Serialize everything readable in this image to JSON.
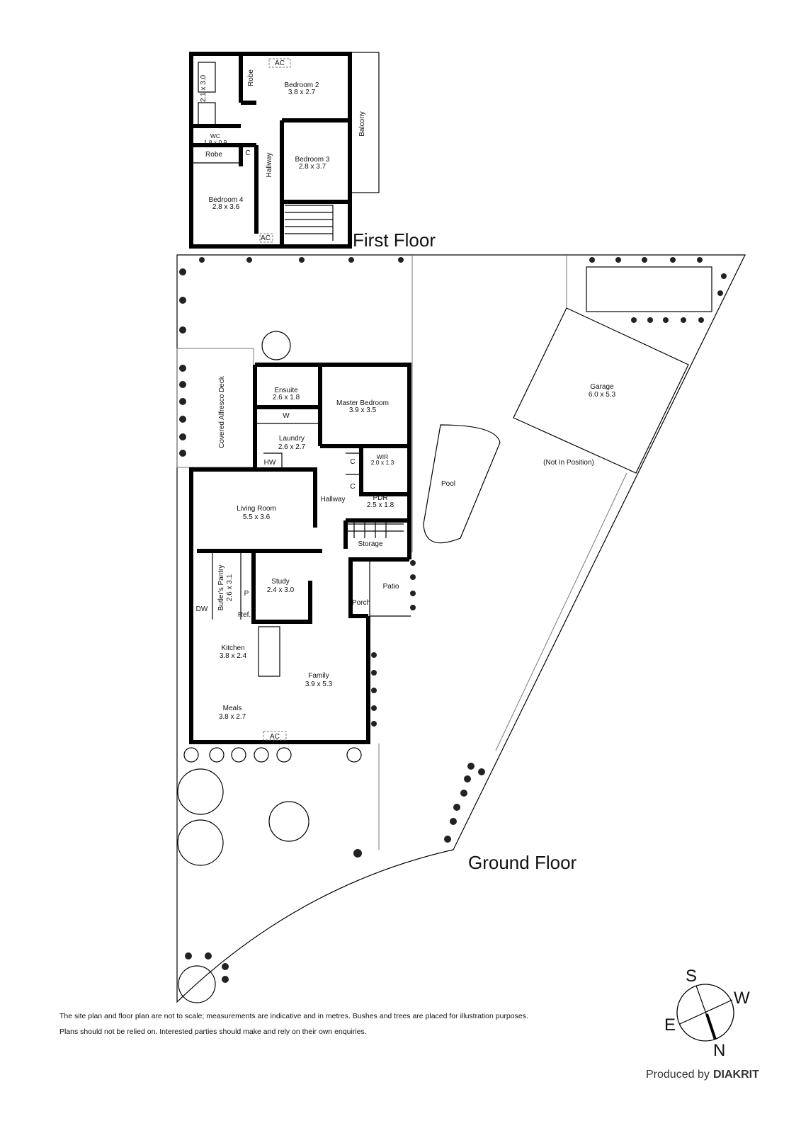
{
  "first_floor": {
    "title": "First Floor",
    "rooms": {
      "bedroom2": {
        "name": "Bedroom 2",
        "dims": "3.8 x 2.7"
      },
      "bath": {
        "dims": "2.1 x 3.0"
      },
      "robe_top": {
        "name": "Robe"
      },
      "ac_top": {
        "name": "AC"
      },
      "balcony": {
        "name": "Balcony"
      },
      "wc": {
        "name": "WC",
        "dims": "1.8 x 0.9"
      },
      "robe_left": {
        "name": "Robe"
      },
      "cupboard": {
        "name": "C"
      },
      "hallway": {
        "name": "Hallway"
      },
      "bedroom3": {
        "name": "Bedroom 3",
        "dims": "2.8 x 3.7"
      },
      "bedroom4": {
        "name": "Bedroom 4",
        "dims": "2.8 x 3.6"
      },
      "ac_bottom": {
        "name": "AC"
      }
    }
  },
  "ground_floor": {
    "title": "Ground Floor",
    "rooms": {
      "alfresco": {
        "name": "Covered Alfresco Deck"
      },
      "ensuite": {
        "name": "Ensuite",
        "dims": "2.6 x 1.8"
      },
      "master": {
        "name": "Master Bedroom",
        "dims": "3.9 x 3.5"
      },
      "w": {
        "name": "W"
      },
      "laundry": {
        "name": "Laundry",
        "dims": "2.6 x 2.7"
      },
      "hw": {
        "name": "HW"
      },
      "c1": {
        "name": "C"
      },
      "wir": {
        "name": "WIR",
        "dims": "2.0 x 1.3"
      },
      "c2": {
        "name": "C"
      },
      "hallway": {
        "name": "Hallway"
      },
      "pdr": {
        "name": "PDR",
        "dims": "2.5 x 1.8"
      },
      "storage": {
        "name": "Storage"
      },
      "living": {
        "name": "Living Room",
        "dims": "5.5 x 3.6"
      },
      "pantry": {
        "name": "Butler's Pantry",
        "dims": "2.6 x 3.1"
      },
      "p": {
        "name": "P"
      },
      "dw": {
        "name": "DW"
      },
      "ref": {
        "name": "Ref."
      },
      "study": {
        "name": "Study",
        "dims": "2.4 x 3.0"
      },
      "patio": {
        "name": "Patio"
      },
      "porch": {
        "name": "Porch"
      },
      "kitchen": {
        "name": "Kitchen",
        "dims": "3.8 x 2.4"
      },
      "family": {
        "name": "Family",
        "dims": "3.9 x 5.3"
      },
      "meals": {
        "name": "Meals",
        "dims": "3.8 x 2.7"
      },
      "ac": {
        "name": "AC"
      },
      "pool": {
        "name": "Pool"
      },
      "garage": {
        "name": "Garage",
        "dims": "6.0 x 5.3"
      },
      "not_in_position": {
        "name": "(Not In Position)"
      }
    }
  },
  "compass": {
    "s": "S",
    "w": "W",
    "e": "E",
    "n": "N"
  },
  "disclaimer": {
    "line1": "The site plan and floor plan are not to scale; measurements are indicative and in metres. Bushes and trees are placed for illustration purposes.",
    "line2": "Plans should not be relied on. Interested parties should make and rely on their own enquiries."
  },
  "credit": {
    "prefix": "Produced by",
    "brand": "DIAKRIT"
  }
}
